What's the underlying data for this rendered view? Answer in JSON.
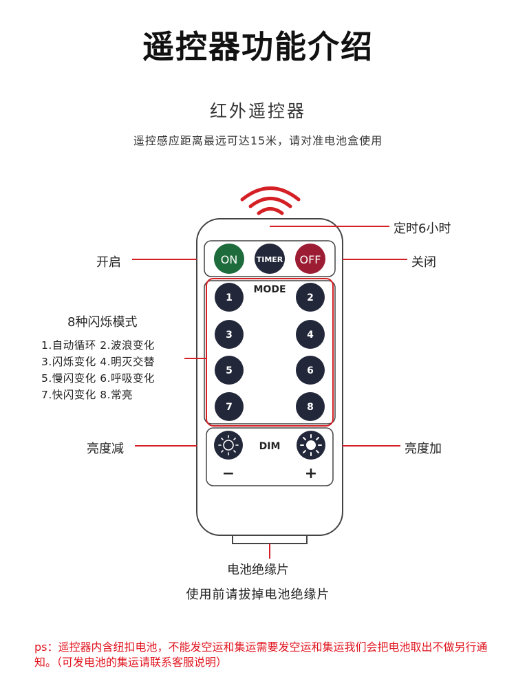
{
  "title": "遥控器功能介绍",
  "subtitle": "红外遥控器",
  "description": "遥控感应距离最远可达15米，请对准电池盒使用",
  "labels": {
    "timer": "定时6小时",
    "on": "开启",
    "off": "关闭",
    "brightness_down": "亮度减",
    "brightness_up": "亮度加",
    "battery_insulator": "电池绝缘片",
    "remove_insulator": "使用前请拔掉电池绝缘片"
  },
  "modes": {
    "title": "8种闪烁模式",
    "rows": [
      "1.自动循环  2.波浪变化",
      "3.闪烁变化  4.明灭交替",
      "5.慢闪变化  6.呼吸变化",
      "7.快闪变化  8.常亮"
    ]
  },
  "remote": {
    "on_label": "ON",
    "timer_label": "TIMER",
    "off_label": "OFF",
    "mode_label": "MODE",
    "dim_label": "DIM",
    "minus_label": "−",
    "plus_label": "+",
    "number_buttons": [
      "1",
      "2",
      "3",
      "4",
      "5",
      "6",
      "7",
      "8"
    ]
  },
  "note": "ps：遥控器内含纽扣电池，不能发空运和集运需要发空运和集运我们会把电池取出不做另行通知。（可发电池的集运请联系客服说明）",
  "colors": {
    "on_button": "#1e6b3c",
    "timer_button": "#22273a",
    "off_button": "#9c1d33",
    "dark_button": "#22273a",
    "callout_line": "#d42025",
    "note_text": "#e0141e"
  }
}
